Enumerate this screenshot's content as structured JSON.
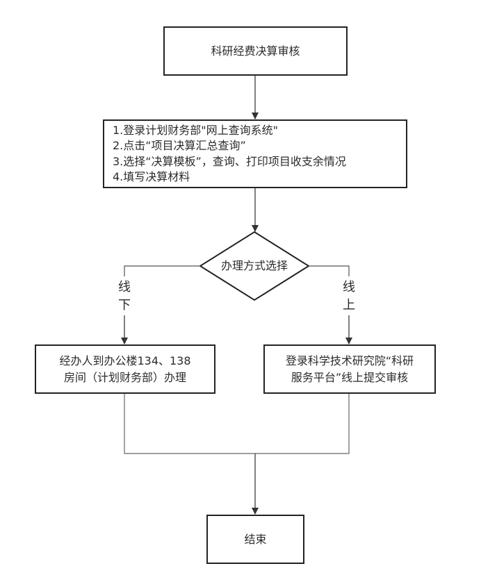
{
  "diagram": {
    "title_node": "科研经费决算审核",
    "steps_node": [
      "1.登录计划财务部\"网上查询系统\"",
      "2.点击“项目决算汇总查询”",
      "3.选择“决算模板”，查询、打印项目收支余情况",
      "4.填写决算材料"
    ],
    "decision_node": "办理方式选择",
    "branch_left_label": [
      "线",
      "下"
    ],
    "branch_right_label": [
      "线",
      "上"
    ],
    "offline_node": [
      "经办人到办公楼134、138",
      "房间（计划财务部）办理"
    ],
    "online_node": [
      "登录科学技术研究院“科研",
      "服务平台”线上提交审核"
    ],
    "end_node": "结束"
  },
  "colors": {
    "stroke": "#222222",
    "connector": "#555555",
    "text": "#2b2b2b"
  }
}
